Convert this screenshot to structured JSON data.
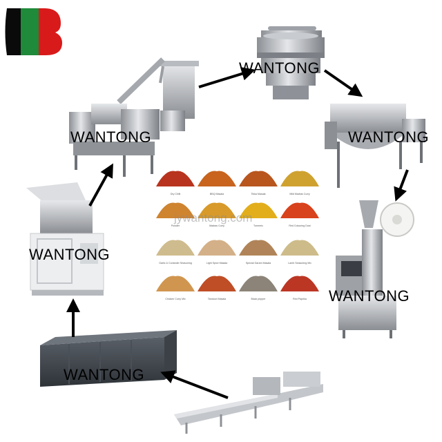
{
  "logo": {
    "name": "stylized-letter-b-logo",
    "colors": [
      "#0a0a0a",
      "#1e8a3a",
      "#d91a1a"
    ]
  },
  "watermark": "jywantong.com",
  "machines": [
    {
      "id": "crusher",
      "label": "WANTONG"
    },
    {
      "id": "grinder",
      "label": "WANTONG"
    },
    {
      "id": "sieve",
      "label": "WANTONG"
    },
    {
      "id": "mixer",
      "label": "WANTONG"
    },
    {
      "id": "packing",
      "label": "WANTONG"
    },
    {
      "id": "dryer",
      "label": "WANTONG"
    },
    {
      "id": "washing-line",
      "label": ""
    }
  ],
  "spices": [
    {
      "name": "Dry Chilli",
      "color": "#b8341e"
    },
    {
      "name": "BBQ Masala",
      "color": "#c8641e"
    },
    {
      "name": "Tikka Masala",
      "color": "#b8561e"
    },
    {
      "name": "Mild Madras Curry",
      "color": "#cfa230"
    },
    {
      "name": "Powder",
      "color": "#cf8430"
    },
    {
      "name": "Madras Curry",
      "color": "#d89a2a"
    },
    {
      "name": "Turmeric",
      "color": "#e2ae1c"
    },
    {
      "name": "Red Colouring Dust",
      "color": "#d8421c"
    },
    {
      "name": "Garlic & Coriander Seasoning",
      "color": "#cfbc8e"
    },
    {
      "name": "Light Spice Masala",
      "color": "#d4b088"
    },
    {
      "name": "Special Garam Masala",
      "color": "#b08458"
    },
    {
      "name": "Lamb Seasoning Mix",
      "color": "#cdbc8a"
    },
    {
      "name": "Chicken Curry Mix",
      "color": "#d09650"
    },
    {
      "name": "Tandoori Masala",
      "color": "#bf4e26"
    },
    {
      "name": "Black pepper",
      "color": "#8c8478"
    },
    {
      "name": "Red Paprika",
      "color": "#bc3624"
    }
  ]
}
